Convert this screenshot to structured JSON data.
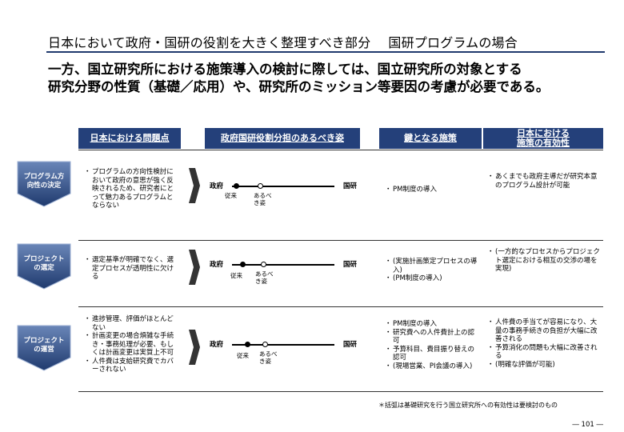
{
  "title": {
    "main": "日本において政府・国研の役割を大きく整理すべき部分",
    "sub": "国研プログラムの場合"
  },
  "lead": {
    "line1": "一方、国立研究所における施策導入の検討に際しては、国立研究所の対象とする",
    "line2": "研究分野の性質（基礎／応用）や、研究所のミッション等要因の考慮が必要である。"
  },
  "headers": {
    "problems": "日本における問題点",
    "ideal": "政府国研役割分担のあるべき姿",
    "key": "鍵となる施策",
    "effect_line1": "日本における",
    "effect_line2": "施策の有効性"
  },
  "rows": [
    {
      "label_line1": "プログラム方",
      "label_line2": "向性の決定",
      "problems": [
        "プログラムの方向性検討において政府の意思が強く反映されるため、研究者にとって魅力あるプログラムとならない"
      ],
      "left": "政府",
      "right": "国研",
      "cap_current": "従来",
      "cap_ideal_1": "あるべ",
      "cap_ideal_2": "き姿",
      "key": [
        "PM制度の導入"
      ],
      "effect": [
        "あくまでも政府主導だが研究本意のプログラム設計が可能"
      ]
    },
    {
      "label_line1": "プロジェクト",
      "label_line2": "の選定",
      "problems": [
        "選定基準が明確でなく、選定プロセスが透明性に欠ける"
      ],
      "left": "政府",
      "right": "国研",
      "cap_current": "従来",
      "cap_ideal_1": "あるべ",
      "cap_ideal_2": "き姿",
      "key": [
        "(実施計画策定プロセスの導入)",
        "(PM制度の導入)"
      ],
      "effect": [
        "(一方的なプロセスからプロジェクト選定における相互の交渉の場を実現)"
      ]
    },
    {
      "label_line1": "プロジェクト",
      "label_line2": "の運営",
      "problems": [
        "進捗管理、評価がほとんどない",
        "計画変更の場合煩雑な手続き・事務処理が必要、もしくは計画変更は実質上不可",
        "人件費は支給研究費でカバーされない"
      ],
      "left": "政府",
      "right": "国研",
      "cap_current": "従来",
      "cap_ideal_1": "あるべ",
      "cap_ideal_2": "き姿",
      "key": [
        "PM制度の導入",
        "研究費への人件費計上の認可",
        "予算科目、費目振り替えの認可",
        "(現場営業、PI会議の導入)"
      ],
      "effect": [
        "人件費の手当てが容易になり、大量の事務手続きの負担が大幅に改善される",
        "予算消化の問題も大幅に改善される",
        "(明確な評価が可能)"
      ]
    }
  ],
  "note": "＊括弧は基礎研究を行う国立研究所への有効性は要検討のもの",
  "page_number": "― 101 ―",
  "colors": {
    "header_bg": "#24407a",
    "rule": "#1f3a6e"
  }
}
